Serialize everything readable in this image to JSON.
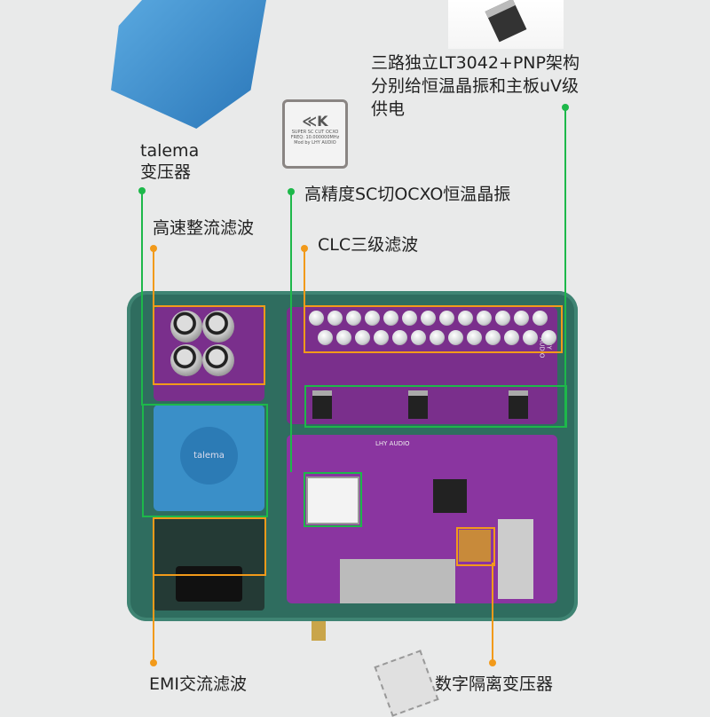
{
  "annotations": {
    "transformer": {
      "line1": "talema",
      "line2": "变压器"
    },
    "rectifier": "高速整流滤波",
    "ocxo": "高精度SC切OCXO恒温晶振",
    "clc": "CLC三级滤波",
    "regulator": {
      "line1": "三路独立LT3042+PNP架构",
      "line2": "分别给恒温晶振和主板uV级",
      "line3": "供电"
    },
    "emi": "EMI交流滤波",
    "digital_transformer": "数字隔离变压器"
  },
  "product_markings": {
    "ocxo_line1": "SUPER SC CUT OCXO",
    "ocxo_line2": "FREQ: 10.000000MHz",
    "ocxo_line3": "Mod by LHY AUDIO",
    "board_brand": "LHY AUDIO",
    "transformer_brand": "talema"
  },
  "colors": {
    "green": "#1db84a",
    "orange": "#f29a1a",
    "chassis": "#2f6d5f",
    "pcb": "#7a2f8c",
    "transformer": "#3a8fc8"
  }
}
